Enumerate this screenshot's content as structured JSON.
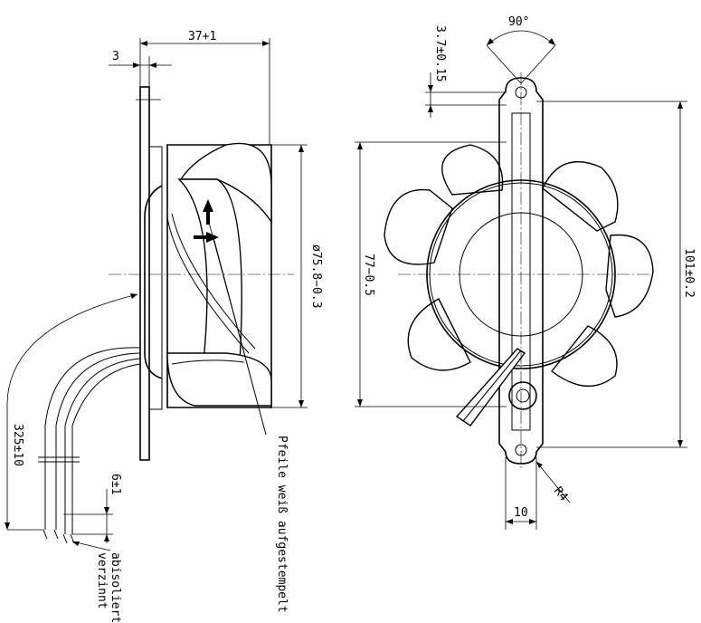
{
  "labels": {
    "dim_top_width": "37+1",
    "dim_flange": "3",
    "dim_outer_dia": "ø75.8−0.3",
    "dim_cable_length": "325±10",
    "dim_strip": "6±1",
    "note_arrows": "Pfeile weiß aufgestempelt",
    "note_stripped_1": "abisoliert u.",
    "note_stripped_2": "verzinnt",
    "dim_angle": "90°",
    "dim_hole_offset": "3.7±0.15",
    "dim_height_77": "77−0.5",
    "dim_total_height": "101±0.2",
    "dim_radius": "R4",
    "dim_bracket_width": "10"
  }
}
